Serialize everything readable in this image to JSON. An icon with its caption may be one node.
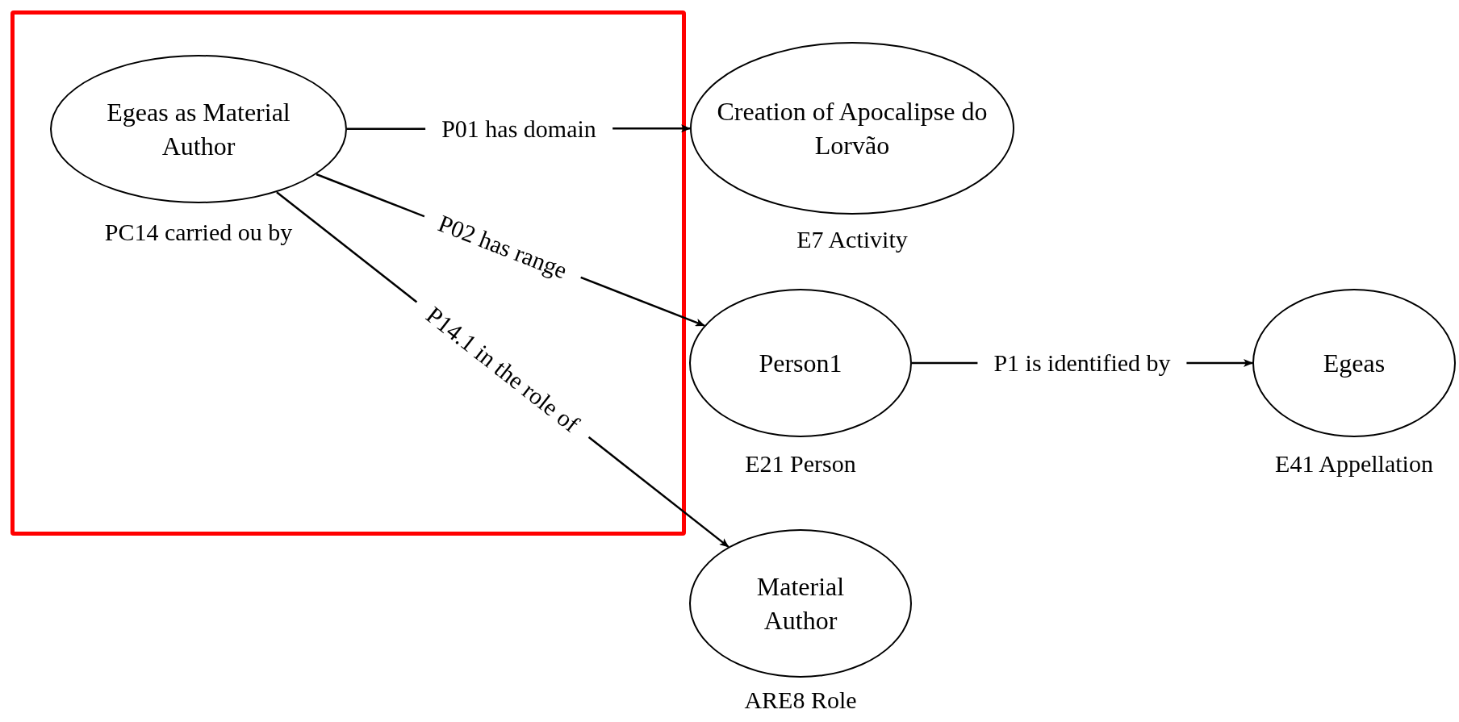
{
  "diagram": {
    "nodes": [
      {
        "text": [
          "Egeas as Material Author"
        ],
        "beside": [
          "PC14 carried ou by"
        ]
      },
      {
        "text": [
          "Creation of Apocalipse do Lorvão"
        ],
        "beside": [
          "E7 Activity"
        ]
      },
      {
        "text": [
          "Person1"
        ],
        "beside": [
          "E21 Person"
        ]
      },
      {
        "text": [
          "Egeas"
        ],
        "beside": [
          "E41 Appellation"
        ]
      },
      {
        "text": [
          "Material Author"
        ],
        "beside": [
          "ARE8 Role"
        ]
      }
    ],
    "edges": [
      {
        "from": 0,
        "to": 1,
        "arrow": "to",
        "label": "P01 has domain"
      },
      {
        "from": 0,
        "to": 2,
        "arrow": "to",
        "label": "P02 has range"
      },
      {
        "from": 0,
        "to": 4,
        "arrow": "to",
        "label": "P14.1 in the role of"
      },
      {
        "from": 2,
        "to": 3,
        "arrow": "to",
        "label": "P1 is identified by"
      }
    ]
  }
}
